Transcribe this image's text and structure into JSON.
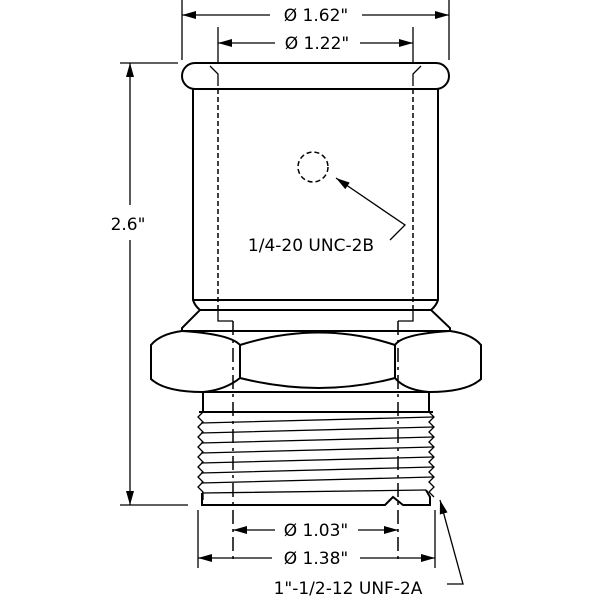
{
  "title": "Threaded adapter fitting drawing",
  "dimensions": {
    "outer_flange_diameter": "Ø 1.62\"",
    "inner_bore_diameter": "Ø 1.22\"",
    "overall_height": "2.6\"",
    "thread_minor_diameter": "Ø 1.03\"",
    "thread_major_diameter": "Ø 1.38\""
  },
  "callouts": {
    "side_port_thread": "1/4-20 UNC-2B",
    "main_thread": "1\"-1/2-12 UNF-2A"
  }
}
